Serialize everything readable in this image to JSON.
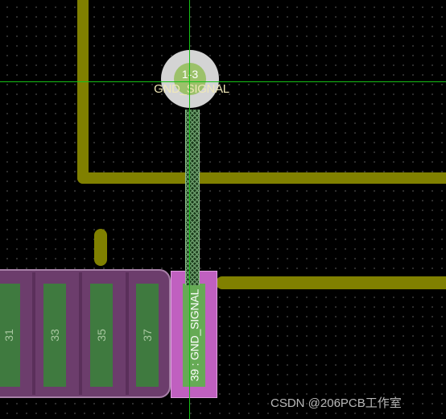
{
  "via": {
    "number": "1-3",
    "net": "GND_SIGNAL"
  },
  "pads": [
    {
      "label": "31"
    },
    {
      "label": "33"
    },
    {
      "label": "35"
    },
    {
      "label": "37"
    }
  ],
  "selected_pad": {
    "label": "39 : GND_SIGNAL"
  },
  "watermark": {
    "source": "CSDN @206PCB工作室",
    "brand": "206PCB工作室"
  },
  "colors": {
    "background": "#000000",
    "trace": "#808000",
    "pad": "#3f7a3f",
    "pad_body": "#6c3d6c",
    "highlight": "#c060c0",
    "crosshair": "#16c016",
    "via": "#d4d4d4"
  }
}
